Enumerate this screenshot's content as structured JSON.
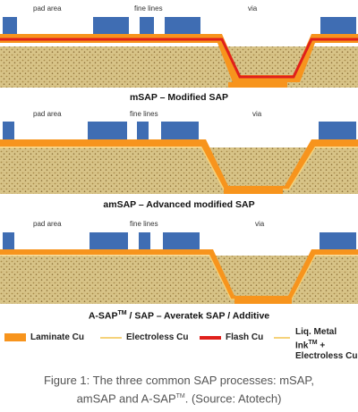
{
  "labels": {
    "pad_area": "pad area",
    "fine_lines": "fine lines",
    "via": "via"
  },
  "panels": [
    {
      "title_main": "mSAP – Modified SAP",
      "title_sup": "",
      "title_rest": ""
    },
    {
      "title_main": "amSAP – Advanced modified SAP",
      "title_sup": "",
      "title_rest": ""
    },
    {
      "title_main": "A-SAP",
      "title_sup": "TM",
      "title_rest": " / SAP – Averatek SAP / Additive"
    }
  ],
  "legend": {
    "laminate": "Laminate Cu",
    "electroless": "Electroless Cu",
    "flash": "Flash Cu",
    "liq_line1": "Liq. Metal Ink",
    "liq_tm": "TM",
    "liq_plus": " +",
    "liq_line2": "Electroless Cu"
  },
  "caption": {
    "line1": "Figure 1: The three common SAP processes: mSAP,",
    "line2a": "amSAP and A-SAP",
    "line2tm": "TM",
    "line2b": ". (Source: Atotech)"
  },
  "colors": {
    "laminate": "#f7941d",
    "pad": "#3f6db3",
    "flash": "#e0201b",
    "electroless": "#f5d27a",
    "substrate": "#d9c58e"
  }
}
